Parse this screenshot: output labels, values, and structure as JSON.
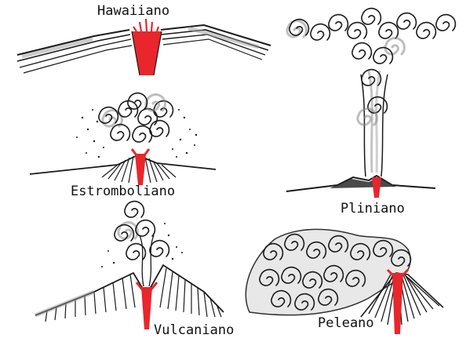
{
  "labels": {
    "hawaiiano": "Hawaiiano",
    "estromboliano": "Estromboliano",
    "pliniano": "Pliniano",
    "vulcaniano": "Vulcaniano",
    "peleano": "Peleano"
  },
  "colors": {
    "ink": "#1a1a1a",
    "lava": "#e8262b",
    "ash_fill": "#cfcfcf",
    "background": "#ffffff"
  }
}
